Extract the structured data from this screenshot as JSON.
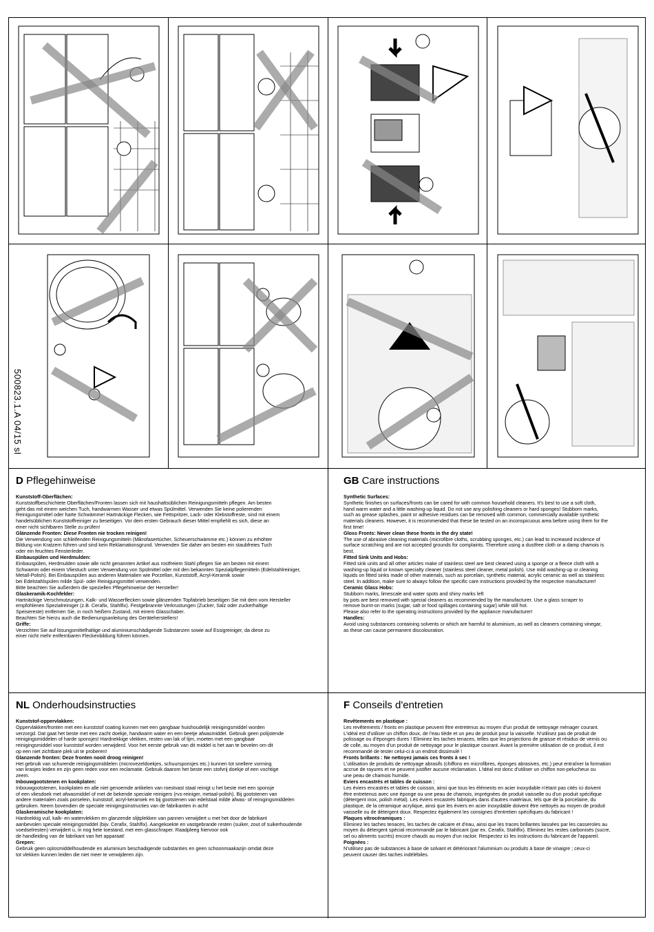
{
  "doc_code": "500823.1.A   04/15 sl",
  "sections": {
    "de": {
      "lang": "D",
      "title": "Pflegehinweise",
      "lines": [
        {
          "t": "Kunststoff-Oberflächen:",
          "h": true
        },
        {
          "t": "Kunststoffbeschichtete Oberflächen/Fronten lassen sich mit haushaltsüblichen Reinigungsmitteln pflegen. Am besten"
        },
        {
          "t": "geht das mit einem weichen Tuch, handwarmen Wasser und etwas Spülmittel. Verwenden Sie keine polierenden"
        },
        {
          "t": "Reinigungsmittel oder harte Schwämme! Hartnäckige Flecken, wie Fettspritzer, Lack- oder Klebstoffreste, sind mit einem"
        },
        {
          "t": "handelsüblichen Kunststoffreiniger zu beseitigen. Vor dem ersten Gebrauch dieser Mittel empfiehlt es sich, diese an"
        },
        {
          "t": "einer nicht sichtbaren Stelle zu prüfen!"
        },
        {
          "t": "Glänzende Fronten: Diese Fronten nie trocken reinigen!",
          "h": true
        },
        {
          "t": "Die Verwendung von schleifenden Reinigungsmitteln (Mikrofasertücher, Scheuerschwämme etc.) können zu erhöhter"
        },
        {
          "t": "Bildung von Kratzern führen und sind kein Reklamationsgrund. Verwenden Sie daher am besten ein staubfreies Tuch"
        },
        {
          "t": "oder ein feuchtes Fensterleder."
        },
        {
          "t": "Einbauspülen und Herdmulden:",
          "h": true
        },
        {
          "t": "Einbauspülen, Herdmulden sowie alle nicht genannten Artikel aus rostfreiem Stahl pflegen Sie am besten mit einem"
        },
        {
          "t": "Schwamm oder einem Vliestuch unter Verwendung von Spülmittel oder mit den bekannten Spezialpflegemitteln (Edelstahlreiniger,"
        },
        {
          "t": "Metall-Polish). Bei Einbauspülen aus anderen Materialien wie Porzellan, Kunststoff, Acryl-Keramik sowie"
        },
        {
          "t": "bei Edelstahlspülen milde Spül- oder Reinigungsmittel verwenden."
        },
        {
          "t": "Bitte beachten Sie außerdem die speziellen Pflegehinweise der Hersteller!"
        },
        {
          "t": "Glaskeramik-Kochfelder:",
          "h": true
        },
        {
          "t": "Hartnäckige Verschmutzungen, Kalk- und Wasserflecken sowie glänzenden Topfabrieb beseitigen Sie mit dem vom Hersteller"
        },
        {
          "t": "empfohlenen Spezialreiniger (z.B. Cerafix, Stahlfix). Festgebrannte Verkrustungen (Zucker, Salz oder zuckerhaltige"
        },
        {
          "t": "Speisereste) entfernen Sie, in noch heißem Zustand, mit einem Glasschaber."
        },
        {
          "t": "Beachten Sie hierzu auch die Bedienungsanleitung des Geräteherstellers!"
        },
        {
          "t": "Griffe:",
          "h": true
        },
        {
          "t": "Verzichten Sie auf lösungsmittelhaltige und aluminiumschädigende Substanzen sowie auf Essigreiniger, da diese zu"
        },
        {
          "t": "einer nicht mehr entfernbaren Fleckenbildung führen können."
        }
      ]
    },
    "gb": {
      "lang": "GB",
      "title": "Care instructions",
      "lines": [
        {
          "t": "Synthetic Surfaces:",
          "h": true
        },
        {
          "t": "Synthetic finishes on surfaces/fronts can be cared for with common household cleaners. It's best to use a soft cloth,"
        },
        {
          "t": "hand warm water and a little washing-up liquid. Do not use any polishing cleaners or hard sponges! Stubborn marks,"
        },
        {
          "t": "such as grease splashes, paint or adhesive residues can be removed with common, commercially available synthetic"
        },
        {
          "t": "materials cleaners. However, it is recommended that these be tested on an inconspicuous area before using them for the"
        },
        {
          "t": "first time!"
        },
        {
          "t": "Gloss Fronts: Never clean these fronts in the dry state!",
          "h": true
        },
        {
          "t": "The use of abrasive cleaning materials (microfibre cloths, scrubbing sponges, etc.) can lead to increased incidence of"
        },
        {
          "t": "surface scratching and are not accepted grounds for complaints. Therefore using a dustfree cloth or a damp chamois is"
        },
        {
          "t": "best."
        },
        {
          "t": "Fitted Sink Units and Hobs:",
          "h": true
        },
        {
          "t": "Fitted sink units and all other articles make of stainless steel are best cleaned using a sponge or a fleece cloth with a"
        },
        {
          "t": "washing-up liquid or known specialty cleaner (stainless steel cleaner, metal polish). Use mild washing-up or cleaning"
        },
        {
          "t": "liquids on fitted sinks made of other materials, such as porcelain, synthetic material, acrylic ceramic as well as stainless"
        },
        {
          "t": "steel. In addition, make sure to always follow the specific care instructions provided by the respective manufacturer!"
        },
        {
          "t": "Ceramic Glass Hobs:",
          "h": true
        },
        {
          "t": "Stubborn marks, limescale and water spots and shiny marks left"
        },
        {
          "t": "by pots are best removed with special cleaners as recommended by the manufacturer. Use a glass scraper to"
        },
        {
          "t": "remove burnt-on marks (sugar, salt or food spillages containing sugar) while still hot."
        },
        {
          "t": "Please also refer to the operating instructions provided by the appliance manufacturer!"
        },
        {
          "t": "Handles:",
          "h": true
        },
        {
          "t": "Avoid using substances containing solvents or which are harmful to aluminium, as well as cleaners containing vinegar,"
        },
        {
          "t": "as these can cause permanent discolouration."
        }
      ]
    },
    "nl": {
      "lang": "NL",
      "title": "Onderhoudsinstructies",
      "lines": [
        {
          "t": "Kunststof-oppervlakken:",
          "h": true
        },
        {
          "t": "Oppervlakken/fronten met een kunststof coating kunnen met een gangbaar huishoudelijk reinigingsmiddel worden"
        },
        {
          "t": "verzorgd. Dat gaat het beste met een zacht doekje, handwarm water en een beetje afwasmiddel. Gebruik geen polijstende"
        },
        {
          "t": "reinigingsmiddelen of harde sponsjes! Hardnekkige vlekken, resten van lak of lijm, moeten met een gangbaar"
        },
        {
          "t": "reinigingsmiddel voor kunststof worden verwijderd. Voor het eerste gebruik van dit middel is het aan te bevelen om dit"
        },
        {
          "t": "op een niet zichtbare plek uit te proberen!"
        },
        {
          "t": "Glanzende fronten: Deze fronten nooit droog reinigen!",
          "h": true
        },
        {
          "t": "Het gebruik van schurende reinigingsmiddelen (microvezeldoekjes, schuursponsjes etc.) kunnen tot snellere vorming"
        },
        {
          "t": "van krasjes leiden en zijn geen reden voor een reclamatie. Gebruik daarom het beste een stofvrij doekje of een vochtige"
        },
        {
          "t": "zeem."
        },
        {
          "t": "Inbouwgootstenen en kookplaten:",
          "h": true
        },
        {
          "t": "Inbouwgootstenen, kookplaten en alle niet genoemde artikelen van roestvast staal reinigt u het beste met een sponsje"
        },
        {
          "t": "of een vliesdoek met afwasmiddel of met de bekende speciale reinigers (rvs-reiniger, metaal-polish). Bij gootstenen van"
        },
        {
          "t": "andere materialen zoals porselein, kunststof, acryl-keramiek en bij gootstenen van edelstaal milde afwas- of reinigingsmiddelen"
        },
        {
          "t": "gebruiken. Neem bovendien de speciale reinigingsinstructies van de fabrikanten in acht!"
        },
        {
          "t": "Glaskeramische kookplaten:",
          "h": true
        },
        {
          "t": "Hardnekkig vuil, kalk- en watervlekken en glanzende slijtplekken van pannen verwijdert u met het door de fabrikant"
        },
        {
          "t": "aanbevolen speciale reinigingsmiddel (bijv. Cerafix, Stahlfix). Aangekoekte en vastgebrande resten (suiker, zout of suikerhoudende"
        },
        {
          "t": "voedselresten) verwijdert u, in nog hete toestand, met een glasschraper. Raadpleeg hiervoor ook"
        },
        {
          "t": "de handleiding van de fabrikant van het apparaat!"
        },
        {
          "t": "Grepen:",
          "h": true
        },
        {
          "t": "Gebruik geen oplosmiddelhoudende en aluminium beschadigende substanties en geen schoonmaakazijn omdat deze"
        },
        {
          "t": "tot vlekken kunnen leiden die niet meer te verwijderen zijn."
        }
      ]
    },
    "fr": {
      "lang": "F",
      "title": "Conseils d'entretien",
      "lines": [
        {
          "t": "Revêtements en plastique :",
          "h": true
        },
        {
          "t": "Les revêtements / fronts en plastique peuvent être entretenus au moyen d'un produit de nettoyage ménager courant."
        },
        {
          "t": "L'idéal est d'utiliser un chiffon doux, de l'eau tiède et un peu de produit pour la vaisselle. N'utilisez pas de produit de"
        },
        {
          "t": "polissage ou d'éponges dures ! Eliminez les taches tenaces, telles que les projections de graisse et résidus de vernis ou"
        },
        {
          "t": "de colle, au moyen d'un produit de nettoyage pour le plastique courant. Avant la première utilisation de ce produit, il est"
        },
        {
          "t": "recommandé de tester celui-ci à un endroit dissimulé !"
        },
        {
          "t": "Fronts brillants : Ne nettoyez jamais ces fronts à sec !",
          "h": true
        },
        {
          "t": "L'utilisation de produits de nettoyage abrasifs (chiffons en microfibres, éponges abrasives, etc.) peut entraîner la formation"
        },
        {
          "t": "accrue de rayures et ne peuvent justifier aucune réclamation. L'idéal est donc d'utiliser un chiffon non-pelucheux ou"
        },
        {
          "t": "une peau de chamois humide."
        },
        {
          "t": "Eviers encastrés et tables de cuisson :",
          "h": true
        },
        {
          "t": "Les éviers encastrés et tables de cuisson, ainsi que tous les éléments en acier inoxydable n'étant pas cités ici doivent"
        },
        {
          "t": "être entretenus avec une éponge ou une peau de chamois, imprégnées de produit vaisselle ou d'un produit spécifique"
        },
        {
          "t": "(détergent inox, polish métal). Les éviers encastrés fabriqués dans d'autres matériaux, tels que de la porcelaine, du"
        },
        {
          "t": "plastique, de la céramique acrylique, ainsi que les éviers en acier inoxydable doivent être nettoyés au moyen de produit"
        },
        {
          "t": "vaisselle ou de détergent doux. Respectez également les consignes d'entretien spécifiques du fabricant !"
        },
        {
          "t": "Plaques vitrocéramiques :",
          "h": true
        },
        {
          "t": "Eliminez les taches tenaces, les taches de calcaire et d'eau, ainsi que les traces brillantes laissées par les casseroles au"
        },
        {
          "t": "moyen du détergent spécial recommandé par le fabricant (par ex. Cerafix, Stahlfix). Eliminez les restes carbonisés (sucre,"
        },
        {
          "t": "sel ou aliments sucrés) encore chauds au moyen d'un racloir. Respectez ici les instructions du fabricant de l'appareil."
        },
        {
          "t": "Poignées :",
          "h": true
        },
        {
          "t": "N'utilisez pas de substances à base de solvant et détériorant l'aluminium ou produits à base de vinaigre ; ceux-ci"
        },
        {
          "t": "peuvent causer des taches indélébiles."
        }
      ]
    }
  }
}
